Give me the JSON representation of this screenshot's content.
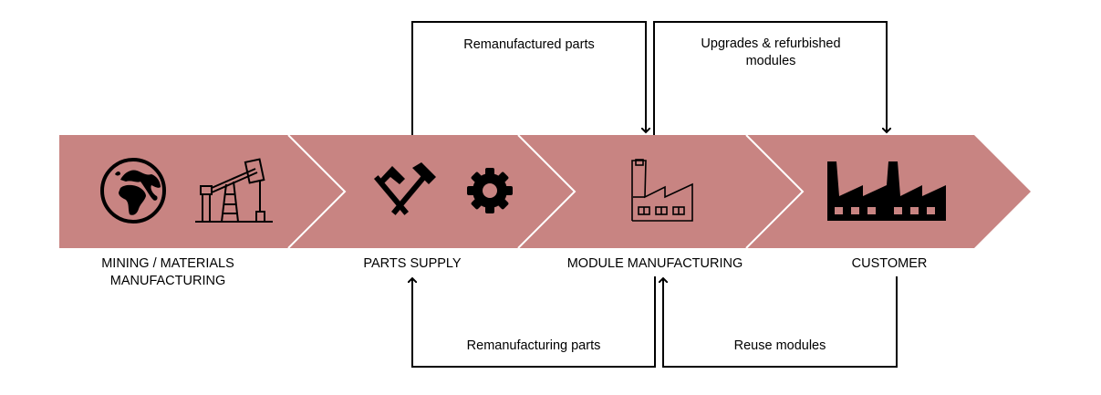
{
  "colors": {
    "band": "#c88482",
    "separator": "#ffffff",
    "line": "#000000",
    "icon": "#000000"
  },
  "stages": [
    {
      "id": "mining",
      "label_lines": [
        "MINING / MATERIALS",
        "MANUFACTURING"
      ],
      "icons": [
        "globe-icon",
        "oil-pump-icon"
      ]
    },
    {
      "id": "parts",
      "label_lines": [
        "PARTS SUPPLY"
      ],
      "icons": [
        "hammers-icon",
        "gear-icon"
      ]
    },
    {
      "id": "module",
      "label_lines": [
        "MODULE MANUFACTURING"
      ],
      "icons": [
        "factory-outline-icon"
      ]
    },
    {
      "id": "customer",
      "label_lines": [
        "CUSTOMER"
      ],
      "icons": [
        "factory-filled-icon"
      ]
    }
  ],
  "flows": [
    {
      "id": "remanufactured-parts",
      "label_lines": [
        "Remanufactured parts"
      ],
      "from": "PARTS SUPPLY",
      "to": "MODULE MANUFACTURING",
      "side": "top"
    },
    {
      "id": "upgrades",
      "label_lines": [
        "Upgrades & refurbished",
        "modules"
      ],
      "from": "MODULE MANUFACTURING",
      "to": "CUSTOMER",
      "side": "top"
    },
    {
      "id": "remanufacturing-parts",
      "label_lines": [
        "Remanufacturing parts"
      ],
      "from": "MODULE MANUFACTURING",
      "to": "PARTS SUPPLY",
      "side": "bottom"
    },
    {
      "id": "reuse-modules",
      "label_lines": [
        "Reuse modules"
      ],
      "from": "CUSTOMER",
      "to": "MODULE MANUFACTURING",
      "side": "bottom"
    }
  ]
}
